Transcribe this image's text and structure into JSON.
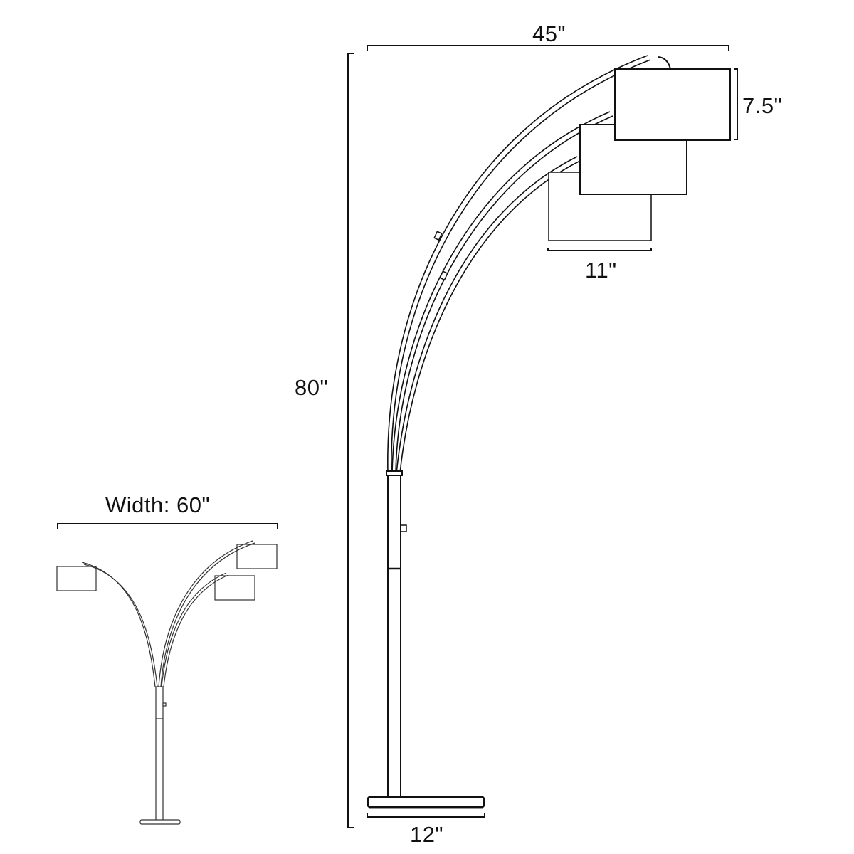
{
  "diagram": {
    "subject": "Three-arm arc floor lamp dimensions",
    "main_view": {
      "width_label": "45\"",
      "height_label": "80\"",
      "shade_height_label": "7.5\"",
      "shade_width_label": "11\"",
      "base_width_label": "12\""
    },
    "front_view": {
      "width_label": "Width: 60\""
    },
    "colors": {
      "line": "#111111",
      "background": "#ffffff"
    }
  }
}
